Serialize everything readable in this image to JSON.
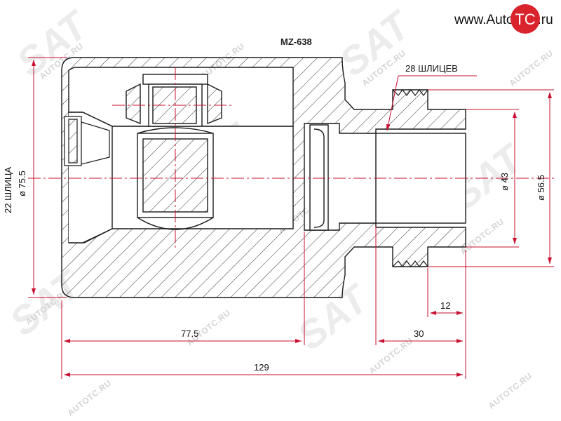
{
  "part_code": "MZ-638",
  "brand": {
    "prefix": "www.Auto",
    "suffix": ".ru",
    "logo_letters": "TC"
  },
  "watermark": {
    "logo": "SAT",
    "site": "AUTOTC.RU"
  },
  "labels": {
    "splines_outer": "28 ШЛИЦЕВ",
    "splines_inner": "22 ШЛИЦА",
    "dia_body": "ø 75.5",
    "dia_neck": "ø 43",
    "dia_shaft": "ø 56.5",
    "len_12": "12",
    "len_30": "30",
    "len_77": "77.5",
    "len_129": "129"
  },
  "colors": {
    "outline": "#1a1a1a",
    "dimension": "#c8102e",
    "hatch": "#333333",
    "watermark": "#d4d4d4"
  }
}
